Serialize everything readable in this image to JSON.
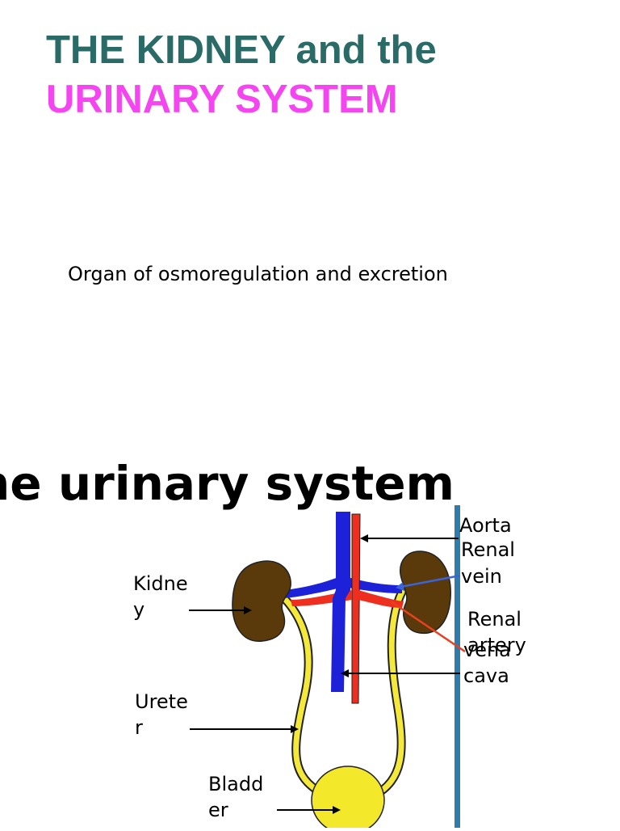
{
  "title": {
    "line1": "THE KIDNEY and the",
    "line2": "URINARY SYSTEM"
  },
  "subtitle": "Organ of osmoregulation and excretion",
  "section_heading": "he urinary system",
  "diagram": {
    "labels": {
      "aorta": "Aorta",
      "renal_vein_line1": "Renal",
      "renal_vein_line2": "vein",
      "kidney_line1": "Kidne",
      "kidney_line2": "y",
      "renal_artery_line1": "Renal",
      "renal_artery_line2": "artery",
      "vena_cava_line1": "vena",
      "vena_cava_line2": "cava",
      "ureter_line1": "Urete",
      "ureter_line2": "r",
      "bladder_line1": "Bladd",
      "bladder_line2": "er"
    },
    "colors": {
      "kidney": "#5a3a0a",
      "vein": "#1d22d8",
      "artery": "#ee2e1e",
      "ureter": "#f4e93a",
      "bladder": "#f4e82a",
      "divider": "#2f7bab",
      "renal_vein_pointer": "#3a64d8",
      "renal_artery_pointer": "#e84020"
    }
  }
}
